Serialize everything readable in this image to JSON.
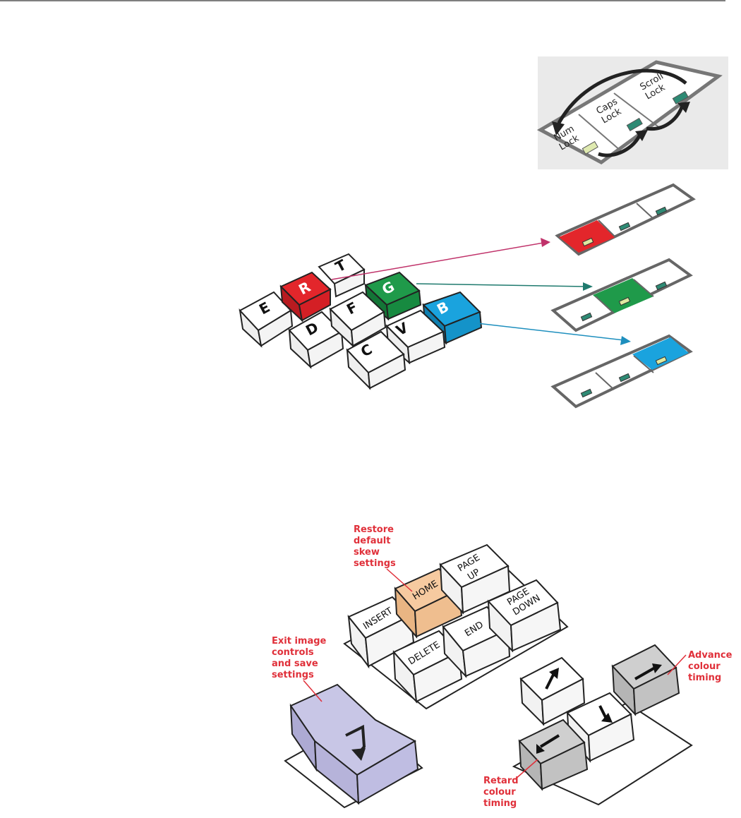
{
  "lock_keys": {
    "num": [
      "Num",
      "Lock"
    ],
    "caps": [
      "Caps",
      "Lock"
    ],
    "scroll": [
      "Scroll",
      "Lock"
    ]
  },
  "color_keys": {
    "e": "E",
    "r": "R",
    "t": "T",
    "d": "D",
    "f": "F",
    "g": "G",
    "c": "C",
    "v": "V",
    "b": "B"
  },
  "nav_keys": {
    "insert": "INSERT",
    "home": "HOME",
    "page_up": [
      "PAGE",
      "UP"
    ],
    "delete": "DELETE",
    "end": "END",
    "page_down": [
      "PAGE",
      "DOWN"
    ]
  },
  "callouts": {
    "restore": [
      "Restore",
      "default",
      "skew",
      "settings"
    ],
    "exit": [
      "Exit image",
      "controls",
      "and save",
      "settings"
    ],
    "advance": [
      "Advance",
      "colour",
      "timing"
    ],
    "retard": [
      "Retard",
      "colour",
      "timing"
    ]
  },
  "colors": {
    "red_key": "#e3262b",
    "green_key": "#1f9a4a",
    "blue_key": "#1aa3de",
    "home_key": "#f6caa0",
    "enter_key": "#c8c6e6",
    "grey_key": "#cfcfcf",
    "callout_text": "#e0303a"
  }
}
